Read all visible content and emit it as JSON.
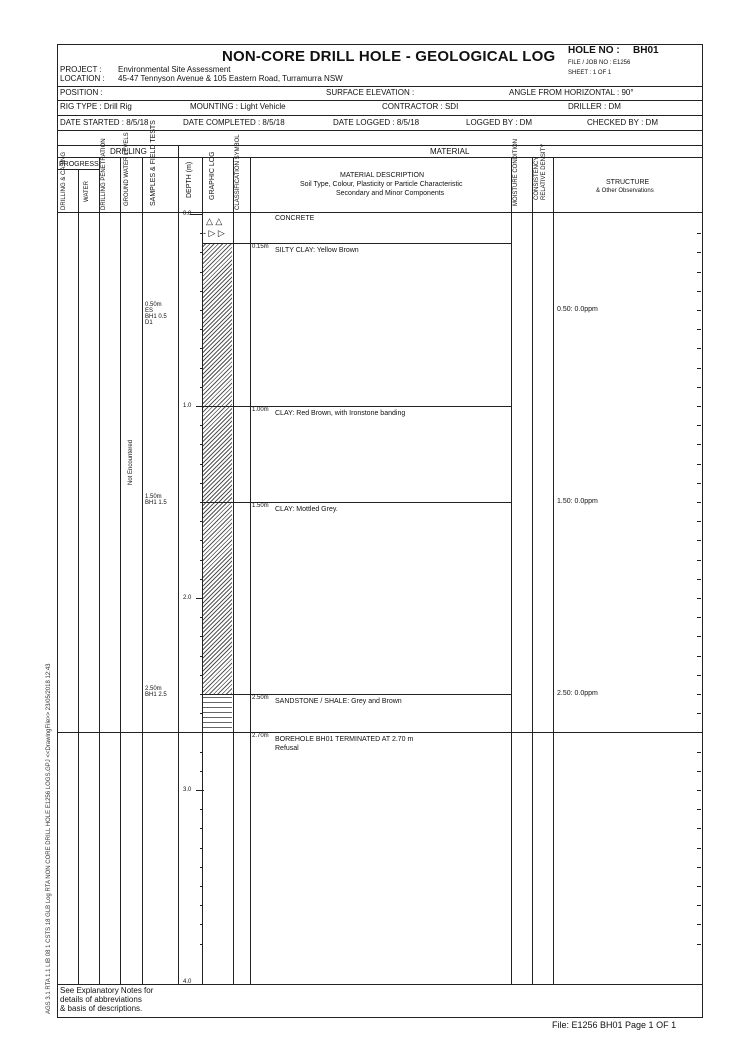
{
  "header": {
    "title": "NON-CORE DRILL HOLE - GEOLOGICAL LOG",
    "hole_label": "HOLE NO :",
    "hole_no": "BH01",
    "file_job": "FILE / JOB NO : E1256",
    "sheet": "SHEET : 1 OF 1",
    "project_label": "PROJECT :",
    "project": "Environmental Site Assessment",
    "location_label": "LOCATION :",
    "location": "45-47 Tennyson Avenue & 105 Eastern Road, Turramurra NSW"
  },
  "info": {
    "position": "POSITION :",
    "surface_elevation": "SURFACE ELEVATION :",
    "angle": "ANGLE FROM HORIZONTAL : 90°",
    "rig_type": "RIG TYPE : Drill Rig",
    "mounting": "MOUNTING : Light Vehicle",
    "contractor": "CONTRACTOR : SDI",
    "driller": "DRILLER : DM",
    "date_started": "DATE STARTED : 8/5/18",
    "date_completed": "DATE COMPLETED : 8/5/18",
    "date_logged": "DATE LOGGED : 8/5/18",
    "logged_by": "LOGGED BY : DM",
    "checked_by": "CHECKED BY : DM"
  },
  "columns": {
    "drilling": "DRILLING",
    "material": "MATERIAL",
    "progress": "PROGRESS",
    "drilling_casing": "DRILLING & CASING",
    "water": "WATER",
    "drilling_penetration": "DRILLING PENETRATION",
    "ground_water_levels": "GROUND WATER LEVELS",
    "samples_field_tests": "SAMPLES & FIELD TESTS",
    "depth": "DEPTH (m)",
    "graphic_log": "GRAPHIC LOG",
    "classification_symbol": "CLASSIFICATION SYMBOL",
    "material_description": "MATERIAL DESCRIPTION",
    "material_description_sub1": "Soil Type, Colour, Plasticity or Particle Characteristic",
    "material_description_sub2": "Secondary and Minor Components",
    "moisture_condition": "MOISTURE CONDITION",
    "consistency": "CONSISTENCY",
    "relative_density": "RELATIVE DENSITY",
    "structure": "STRUCTURE",
    "structure_sub": "& Other Observations"
  },
  "depth_labels": [
    "0.0",
    "1.0",
    "2.0",
    "3.0",
    "4.0"
  ],
  "groundwater": "Not Encountered",
  "layers": [
    {
      "depth_top": 0.0,
      "depth_label": "",
      "description": "CONCRETE"
    },
    {
      "depth_top": 0.15,
      "depth_label": "0.15m",
      "description": "SILTY CLAY: Yellow Brown"
    },
    {
      "depth_top": 1.0,
      "depth_label": "1.00m",
      "description": "CLAY: Red Brown, with Ironstone banding"
    },
    {
      "depth_top": 1.5,
      "depth_label": "1.50m",
      "description": "CLAY: Mottled Grey."
    },
    {
      "depth_top": 2.5,
      "depth_label": "2.50m",
      "description": "SANDSTONE / SHALE: Grey and Brown"
    },
    {
      "depth_top": 2.7,
      "depth_label": "2.70m",
      "description": "BOREHOLE BH01 TERMINATED AT 2.70 m",
      "description2": "Refusal"
    }
  ],
  "samples": [
    {
      "depth": 0.5,
      "label": "0.50m",
      "code1": "ES",
      "code2": "BH1 0.5",
      "code3": "D1"
    },
    {
      "depth": 1.5,
      "label": "1.50m",
      "code1": "BH1 1.5",
      "code2": "",
      "code3": ""
    },
    {
      "depth": 2.5,
      "label": "2.50m",
      "code1": "BH1 2.5",
      "code2": "",
      "code3": ""
    }
  ],
  "observations": [
    {
      "depth": 0.5,
      "text": "0.50: 0.0ppm"
    },
    {
      "depth": 1.5,
      "text": "1.50: 0.0ppm"
    },
    {
      "depth": 2.5,
      "text": "2.50: 0.0ppm"
    }
  ],
  "footer": {
    "notes1": "See Explanatory Notes for",
    "notes2": "details of abbreviations",
    "notes3": "& basis of descriptions.",
    "file_info": "File: E1256 BH01  Page 1  OF 1",
    "side_text": "AGS 3.1 RTA 1.1 LIB 08 1 CSTS 18 GLB  Log  RTA NON CORE DRILL HOLE  E1256 LOGS.GPJ  <<DrawingFile>>  23/05/2018 12:43"
  }
}
